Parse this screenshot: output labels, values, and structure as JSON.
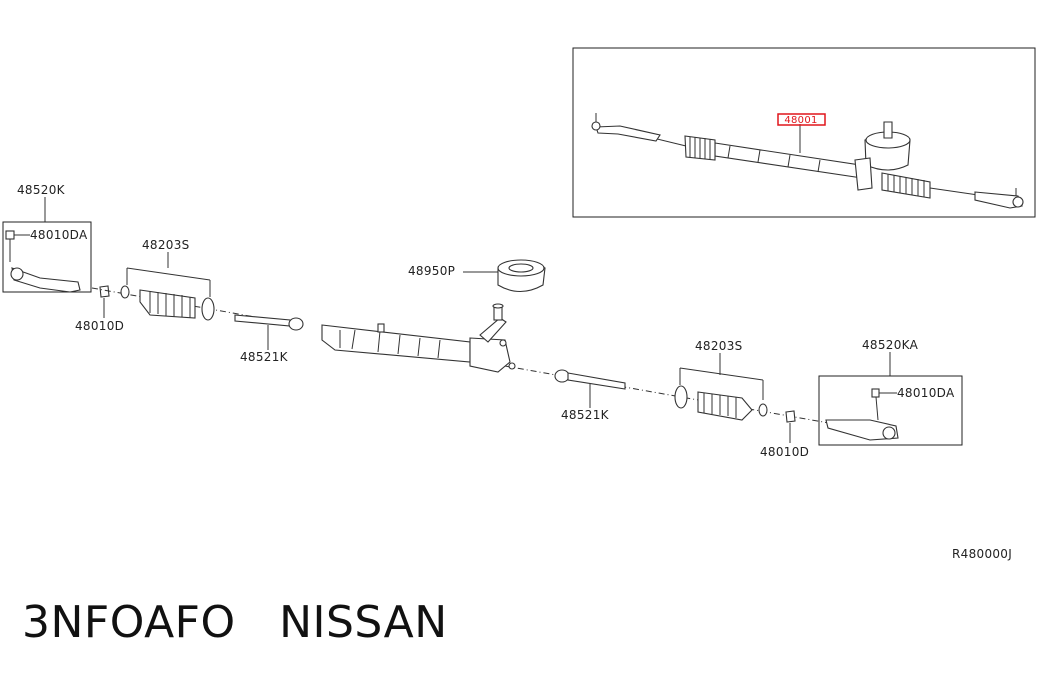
{
  "parts": {
    "assembly_highlight": "48001",
    "tie_rod_end_left": "48520K",
    "nut_upper_left": "48010DA",
    "nut_lower_left": "48010D",
    "boot_left": "48203S",
    "inner_rod_left": "48521K",
    "mount_insulator": "48950P",
    "boot_right": "48203S",
    "inner_rod_right": "48521K",
    "tie_rod_end_right": "48520KA",
    "nut_upper_right": "48010DA",
    "nut_lower_right": "48010D"
  },
  "diagram_ref": "R480000J",
  "footer_text": "3NFOAFO   NISSAN",
  "colors": {
    "highlight": "#e0151b",
    "line": "#333333"
  }
}
